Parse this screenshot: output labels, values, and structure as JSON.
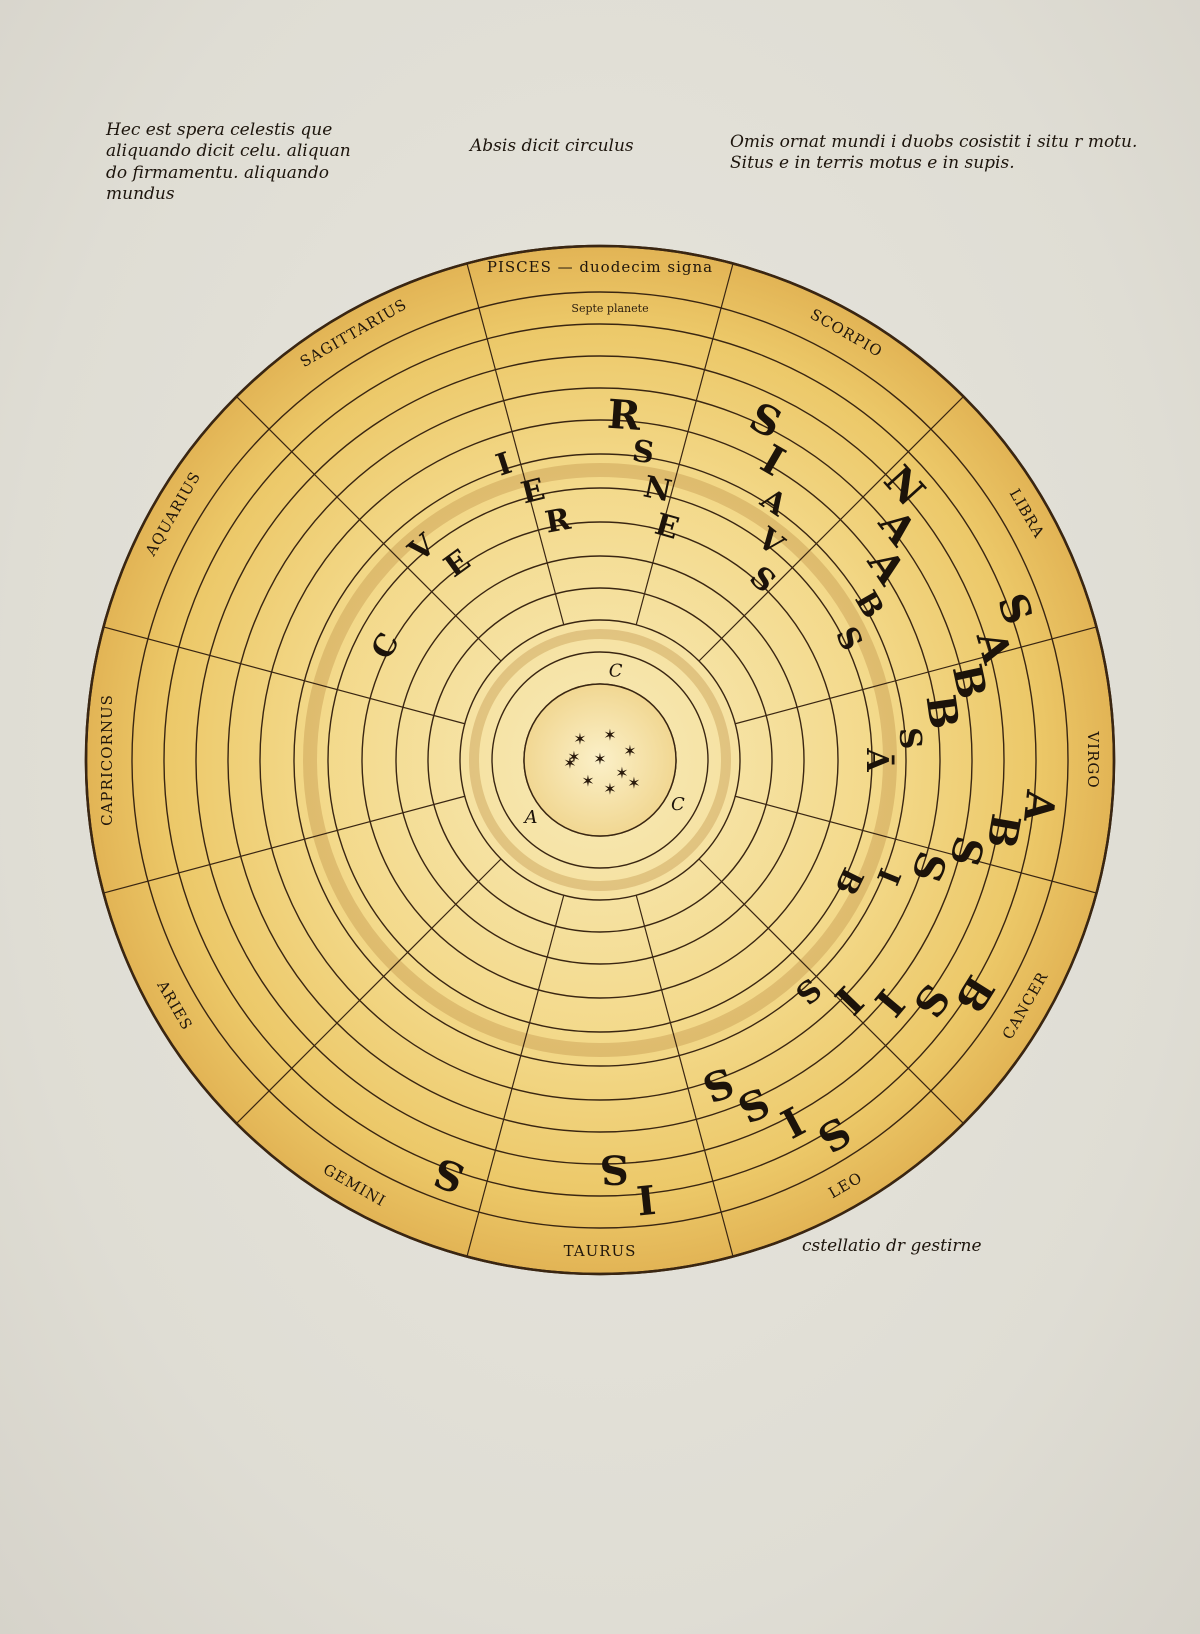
{
  "notes": {
    "top_left": "Hec est spera celestis que\naliquando dicit celu. aliquan\ndo firmamentu. aliquando\nmundus",
    "top_middle": "Absis dicit circulus",
    "top_right": "Omis ornat mundi i duobs cosistit i situ r motu.\nSitus e in terris motus e in supis.",
    "bottom_right": "cstellatio dr gestirne"
  },
  "diagram": {
    "zodiac_signs": [
      {
        "label": "PISCES",
        "caption": "duodecim signa"
      },
      {
        "label": "SCORPIO"
      },
      {
        "label": "LIBRA"
      },
      {
        "label": "VIRGO"
      },
      {
        "label": "CANCER"
      },
      {
        "label": "LEO"
      },
      {
        "label": "TAURUS"
      },
      {
        "label": "GEMINI"
      },
      {
        "label": "ARIES"
      },
      {
        "label": "CAPRICORNUS"
      },
      {
        "label": "AQUARIUS"
      },
      {
        "label": "SAGITTARIUS"
      }
    ],
    "planet_caption": "Septe planete",
    "ring_letters": [
      [
        "S",
        "A",
        "B",
        "S",
        "I",
        "S"
      ],
      [
        "N",
        "A",
        "B",
        "S",
        "I",
        "S"
      ],
      [
        "S",
        "A",
        "B",
        "S",
        "I",
        "S"
      ],
      [
        "R",
        "I",
        "A",
        "B",
        "S",
        "I",
        "S"
      ],
      [
        "I",
        "S",
        "A",
        "B",
        "S",
        "I",
        "S"
      ],
      [
        "V",
        "E",
        "N",
        "V",
        "S",
        "Ā",
        "B"
      ],
      [
        "C",
        "E",
        "R",
        "E",
        "S"
      ]
    ],
    "center_letters": [
      "C",
      "C",
      "A"
    ],
    "colors": {
      "parchment": "#e3e1d9",
      "disc_light": "#f6e3a0",
      "disc_dark": "#e7bd5c",
      "ink": "#1c130a",
      "line": "#3a2612"
    }
  }
}
